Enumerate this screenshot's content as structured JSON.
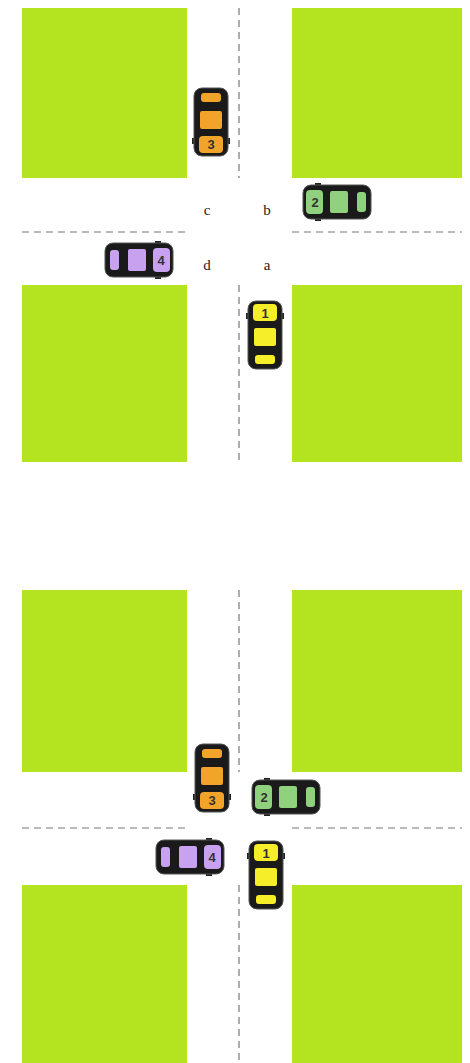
{
  "diagram": {
    "labels": [
      "c",
      "b",
      "d",
      "a",
      "3",
      "2",
      "4",
      "1",
      "3",
      "2",
      "4",
      "1"
    ]
  }
}
